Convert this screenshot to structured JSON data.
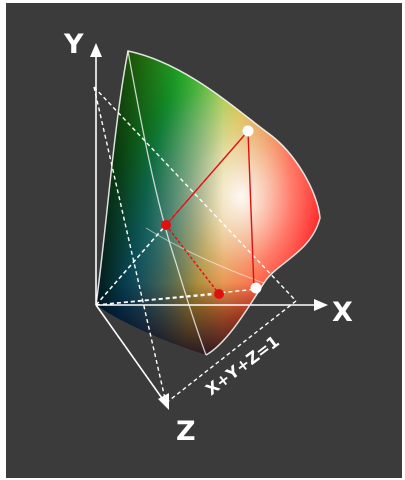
{
  "axes": {
    "x_label": "X",
    "y_label": "Y",
    "z_label": "Z"
  },
  "plane_label": "X+Y+Z=1",
  "colors": {
    "background": "#3b3b3b",
    "axis": "#ffffff",
    "guide_lines": "#ffffff",
    "projection_line": "#e01010",
    "projected_point": "#e01010",
    "original_point": "#ffffff"
  }
}
